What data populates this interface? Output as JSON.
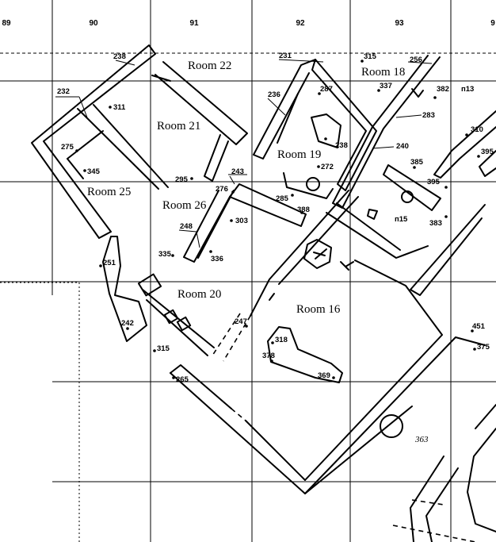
{
  "grid_columns": [
    "89",
    "90",
    "91",
    "92",
    "93",
    "9"
  ],
  "rooms": {
    "r22": "Room 22",
    "r18": "Room 18",
    "r21": "Room 21",
    "r19": "Room 19",
    "r25": "Room 25",
    "r26": "Room 26",
    "r20": "Room 20",
    "r16": "Room 16"
  },
  "features": {
    "f238a": "238",
    "f231": "231",
    "f315a": "315",
    "f256": "256",
    "f232": "232",
    "f311": "311",
    "f236": "236",
    "f287": "287",
    "f337": "337",
    "f382": "382",
    "fn13": "п13",
    "f283": "283",
    "f275": "275",
    "f238b": "238",
    "f310": "310",
    "f240": "240",
    "f395a": "395",
    "f345": "345",
    "f272": "272",
    "f385": "385",
    "f295": "295",
    "f243": "243",
    "f395b": "395",
    "f276": "276",
    "f285": "285",
    "f388": "388",
    "f303": "303",
    "fn15": "п15",
    "f383": "383",
    "f248": "248",
    "f335": "335",
    "f336": "336",
    "f251": "251",
    "f242": "242",
    "f247": "247",
    "f451": "451",
    "f318": "318",
    "f315b": "315",
    "f375": "375",
    "f378": "378",
    "f369": "369",
    "f265": "265",
    "f363": "363"
  }
}
